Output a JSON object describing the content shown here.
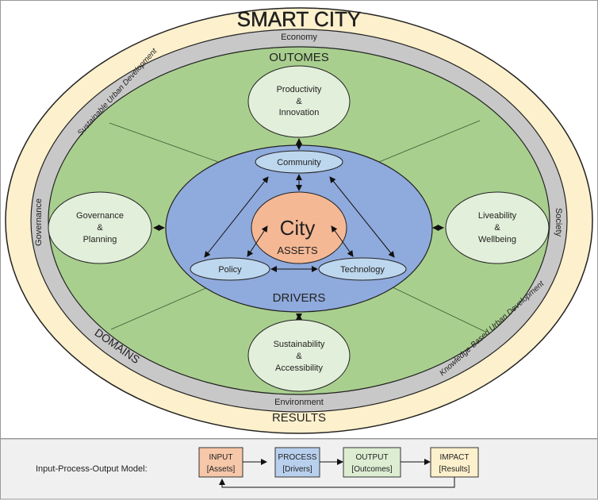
{
  "title": "SMART CITY",
  "rings": {
    "economy": "Economy",
    "environment": "Environment",
    "governance": "Governance",
    "society": "Society",
    "sustainable": "Sustainable Urban Development",
    "knowledge": "Knowledge-Based Urban Development",
    "domains": "DOMAINS",
    "results": "RESULTS",
    "outcomes": "OUTOMES",
    "drivers": "DRIVERS"
  },
  "outcomes": {
    "top": [
      "Productivity",
      "&",
      "Innovation"
    ],
    "left": [
      "Governance",
      "&",
      "Planning"
    ],
    "right": [
      "Liveability",
      "&",
      "Wellbeing"
    ],
    "bottom": [
      "Sustainability",
      "&",
      "Accessibility"
    ]
  },
  "drivers": {
    "community": "Community",
    "policy": "Policy",
    "technology": "Technology"
  },
  "center": {
    "city": "City",
    "assets": "ASSETS"
  },
  "ipo": {
    "label": "Input-Process-Output Model:",
    "boxes": [
      {
        "title": "INPUT",
        "sub": "[Assets]",
        "color": "#f6c7a8"
      },
      {
        "title": "PROCESS",
        "sub": "[Drivers]",
        "color": "#b8d0ee"
      },
      {
        "title": "OUTPUT",
        "sub": "[Outcomes]",
        "color": "#dcedd2"
      },
      {
        "title": "IMPACT",
        "sub": "[Results]",
        "color": "#fdf0cc"
      }
    ]
  },
  "colors": {
    "cream": "#fdf0cc",
    "gray": "#c8c8c8",
    "green": "#a9cf8f",
    "blue": "#8faadc",
    "light_blue": "#bdd7ee",
    "city": "#f5b895",
    "outcome": "#e2efda"
  }
}
